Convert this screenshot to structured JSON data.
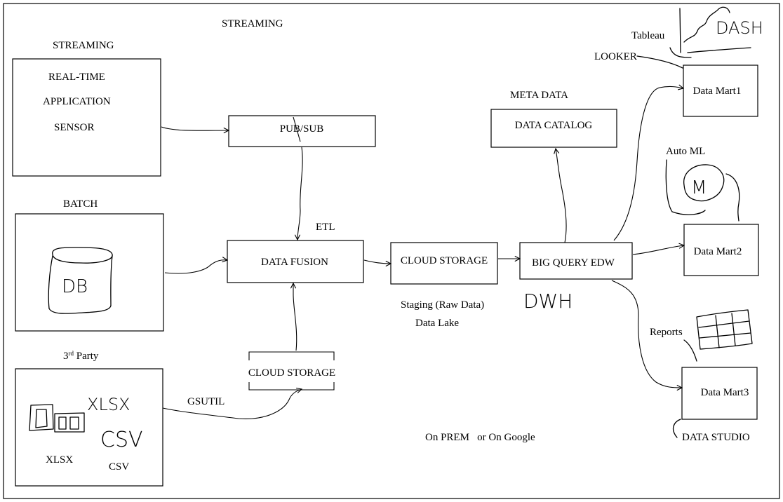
{
  "header": {
    "streaming_title": "STREAMING"
  },
  "sources": {
    "streaming": {
      "heading": "STREAMING",
      "items": [
        "REAL-TIME",
        "APPLICATION",
        "SENSOR"
      ]
    },
    "batch": {
      "heading": "BATCH",
      "db_sketch_text": "DB"
    },
    "third_party": {
      "heading_main": "3",
      "heading_sup": "rd",
      "heading_rest": " Party",
      "sketch_xlsx": "XLSX",
      "sketch_csv": "CSV",
      "label_xlsx": "XLSX",
      "label_csv": "CSV"
    }
  },
  "nodes": {
    "pubsub": "PUB/SUB",
    "data_fusion": "DATA FUSION",
    "cloud_storage_ingest": "CLOUD STORAGE",
    "cloud_storage_lake": "CLOUD STORAGE",
    "bigquery": "BIG QUERY EDW",
    "data_catalog": "DATA CATALOG",
    "mart1": "Data Mart1",
    "mart2": "Data Mart2",
    "mart3": "Data Mart3"
  },
  "labels": {
    "etl": "ETL",
    "gsutil": "GSUTIL",
    "meta_data": "META DATA",
    "staging": "Staging (Raw Data)",
    "data_lake": "Data Lake",
    "dwh_sketch": "DWH",
    "tableau": "Tableau",
    "looker": "LOOKER",
    "dash_sketch": "DASH",
    "automl": "Auto ML",
    "ml_sketch": "M",
    "reports": "Reports",
    "data_studio": "DATA STUDIO",
    "footer": "On PREM   or On Google"
  }
}
